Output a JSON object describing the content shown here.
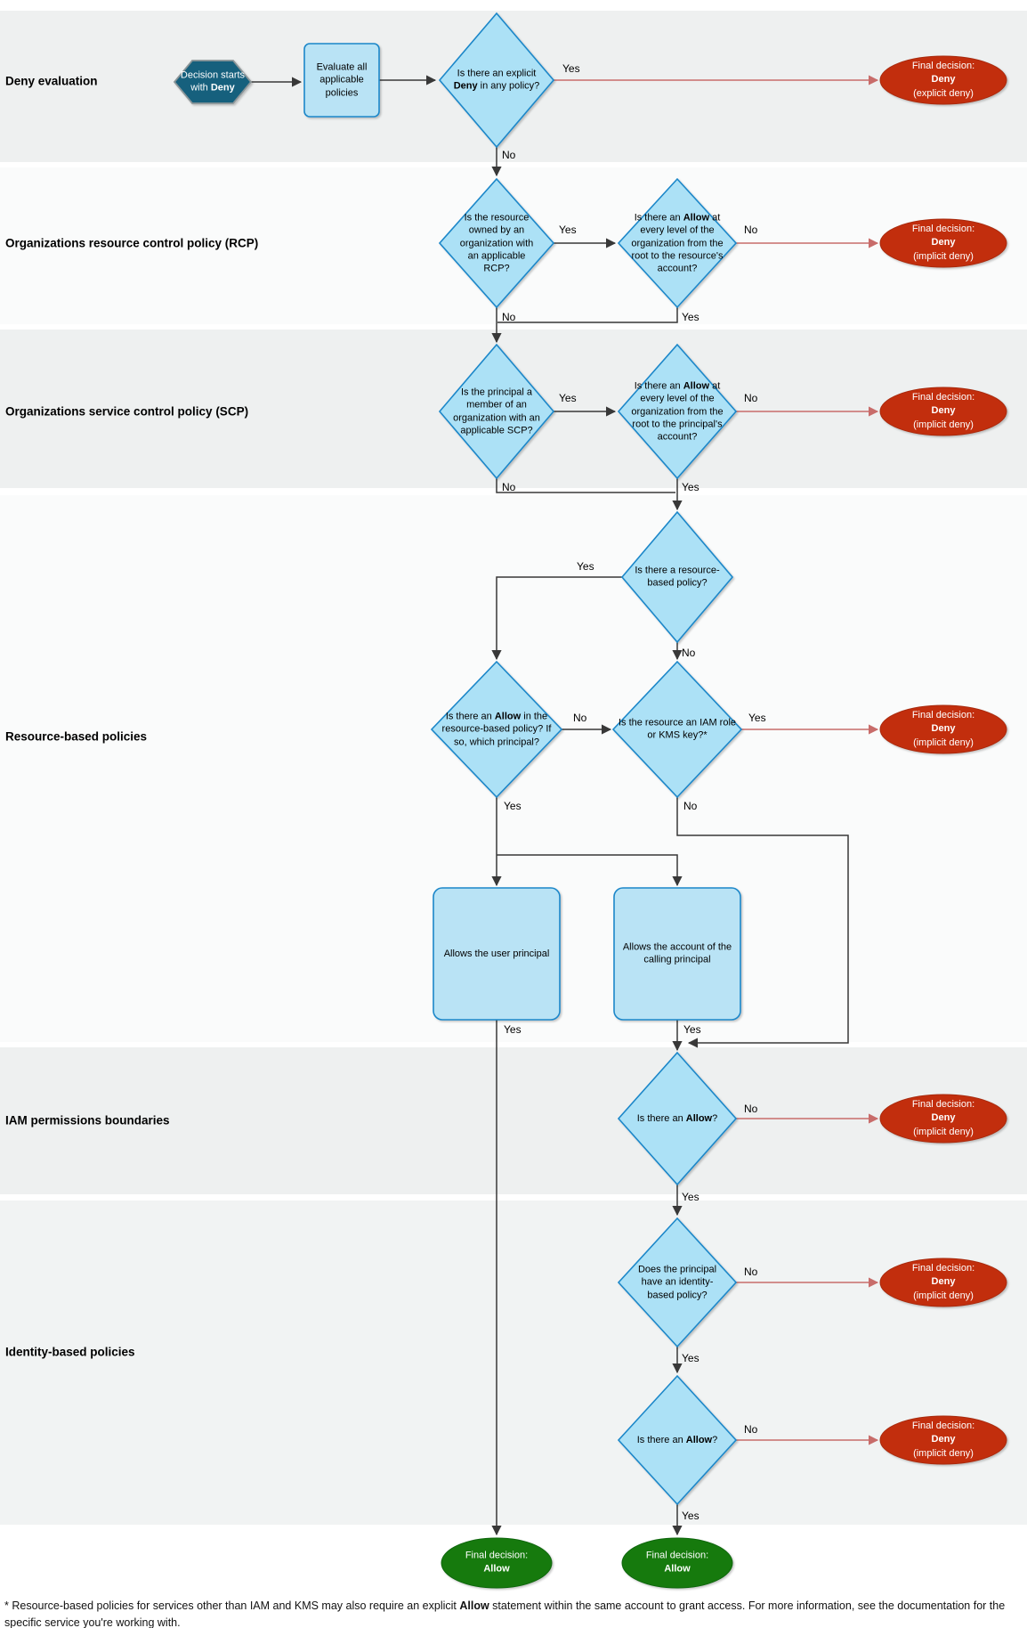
{
  "title": "AWS policy evaluation flowchart",
  "bands": [
    {
      "label": "Deny evaluation"
    },
    {
      "label": "Organizations resource control policy (RCP)"
    },
    {
      "label": "Organizations service control policy (SCP)"
    },
    {
      "label": "Resource-based policies"
    },
    {
      "label": "IAM permissions boundaries"
    },
    {
      "label": "Identity-based policies"
    }
  ],
  "labels": {
    "yes": "Yes",
    "no": "No"
  },
  "nodes": {
    "start": {
      "parts": [
        {
          "t": "Decision starts with "
        },
        {
          "t": "Deny",
          "b": true
        }
      ]
    },
    "evaluate": {
      "text": "Evaluate all applicable policies"
    },
    "q_explicit_deny": {
      "parts": [
        {
          "t": "Is there an explicit "
        },
        {
          "t": "Deny",
          "b": true
        },
        {
          "t": " in any policy?"
        }
      ]
    },
    "q_rcp_applicable": {
      "text": "Is the resource owned by an organization with an applicable RCP?"
    },
    "q_rcp_allow": {
      "parts": [
        {
          "t": "Is there an "
        },
        {
          "t": "Allow",
          "b": true
        },
        {
          "t": " at every level of the organization from the root to the resource's account?"
        }
      ]
    },
    "q_scp_member": {
      "text": "Is the principal a member of an organization with an applicable SCP?"
    },
    "q_scp_allow": {
      "parts": [
        {
          "t": "Is there an "
        },
        {
          "t": "Allow",
          "b": true
        },
        {
          "t": " at every level of the organization from the root to the principal's account?"
        }
      ]
    },
    "q_rbp_exists": {
      "text": "Is there a resource-based policy?"
    },
    "q_rbp_allow": {
      "parts": [
        {
          "t": "Is there an "
        },
        {
          "t": "Allow",
          "b": true
        },
        {
          "t": " in the resource-based policy? If so, which principal?"
        }
      ]
    },
    "q_iam_kms": {
      "text": "Is the resource an IAM role or KMS key?*"
    },
    "box_user": {
      "text": "Allows the user principal"
    },
    "box_account": {
      "text": "Allows the account of the calling principal"
    },
    "q_pb_allow": {
      "parts": [
        {
          "t": "Is there an "
        },
        {
          "t": "Allow",
          "b": true
        },
        {
          "t": "?"
        }
      ]
    },
    "q_idp_exists": {
      "text": "Does the principal have an identity-based policy?"
    },
    "q_idp_allow": {
      "parts": [
        {
          "t": "Is there an "
        },
        {
          "t": "Allow",
          "b": true
        },
        {
          "t": "?"
        }
      ]
    }
  },
  "endpoints": {
    "explicit_deny": {
      "line1": "Final decision:",
      "line2": "Deny",
      "line3": "(explicit deny)"
    },
    "implicit_deny": {
      "line1": "Final decision:",
      "line2": "Deny",
      "line3": "(implicit deny)"
    },
    "allow": {
      "line1": "Final decision:",
      "line2": "Allow"
    }
  },
  "footnote": {
    "parts": [
      {
        "t": "* Resource-based policies for services other than IAM and KMS may also require an explicit "
      },
      {
        "t": "Allow",
        "b": true
      },
      {
        "t": " statement within the same account to grant access. For more information, see the documentation for the specific service you're working with."
      }
    ]
  },
  "colors": {
    "node_fill": "#ace1f6",
    "node_stroke": "#1c87c9",
    "box_fill": "#b9e3f5",
    "start_fill": "#15607d",
    "deny_fill": "#c22f0e",
    "allow_fill": "#177a10",
    "edge": "#383838",
    "edge_deny": "#c86c6a"
  }
}
